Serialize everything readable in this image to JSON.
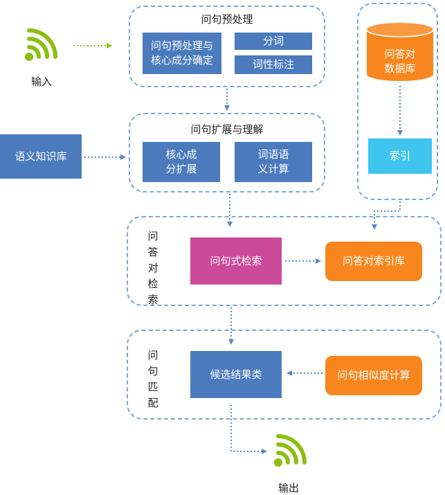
{
  "colors": {
    "blue": "#4b7bbd",
    "pink": "#cc4a9a",
    "cyan": "#3fc4ee",
    "orange": "#f6861d",
    "green": "#8cbf0f",
    "dash": "#7da5d6"
  },
  "icons": {
    "input": "signal-icon",
    "output": "signal-icon"
  },
  "input": {
    "label": "输入"
  },
  "output": {
    "label": "输出"
  },
  "preprocess": {
    "title": "问句预处理",
    "main": "问句预处理与核心成分确定",
    "segment": "分词",
    "pos": "词性标注"
  },
  "knowledge_base": {
    "label": "语义知识库"
  },
  "expansion": {
    "title": "问句扩展与理解",
    "core": "核心成分扩展",
    "semantic": "词语语义计算"
  },
  "qa_db": {
    "database": "问答对数据库",
    "index": "索引"
  },
  "retrieval": {
    "title": "问答对检索",
    "search": "问句式检索",
    "index_lib": "问答对索引库"
  },
  "matching": {
    "title": "问句匹配",
    "candidates": "候选结果类",
    "similarity": "问句相似度计算"
  }
}
